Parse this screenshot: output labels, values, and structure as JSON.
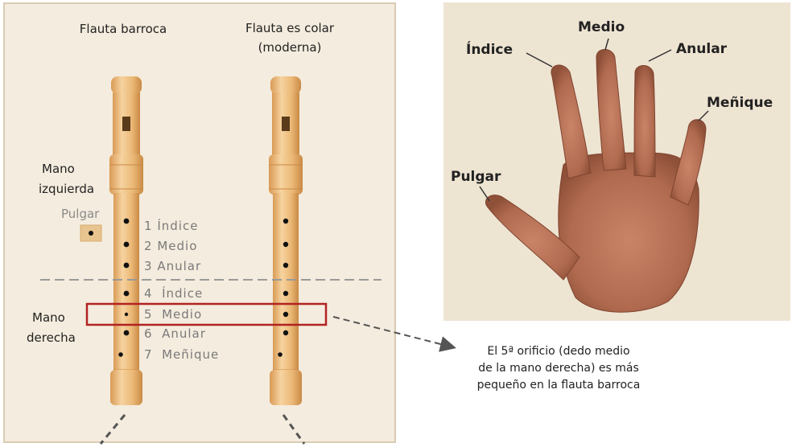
{
  "left_panel": {
    "baroque_title": "Flauta barroca",
    "school_title_1": "Flauta es colar",
    "school_title_2": "(moderna)",
    "left_hand_1": "Mano",
    "left_hand_2": "izquierda",
    "thumb": "Pulgar",
    "right_hand_1": "Mano",
    "right_hand_2": "derecha",
    "holes": [
      {
        "number": "1",
        "finger": "Índice"
      },
      {
        "number": "2",
        "finger": "Medio"
      },
      {
        "number": "3",
        "finger": "Anular"
      },
      {
        "number": "4",
        "finger": "Índice"
      },
      {
        "number": "5",
        "finger": "Medio"
      },
      {
        "number": "6",
        "finger": "Anular"
      },
      {
        "number": "7",
        "finger": "Meñique"
      }
    ]
  },
  "hand_panel": {
    "index": "Índice",
    "middle": "Medio",
    "ring": "Anular",
    "pinky": "Meñique",
    "thumb": "Pulgar"
  },
  "note": {
    "line1": "El 5ª orificio (dedo medio",
    "line2": "de la mano derecha) es más",
    "line3": "pequeño en la flauta barroca"
  },
  "colors": {
    "flute_wood": "#e9b879",
    "highlight_box": "#b22222",
    "panel_bg": "#f4ecde",
    "skin": "#b57055"
  }
}
